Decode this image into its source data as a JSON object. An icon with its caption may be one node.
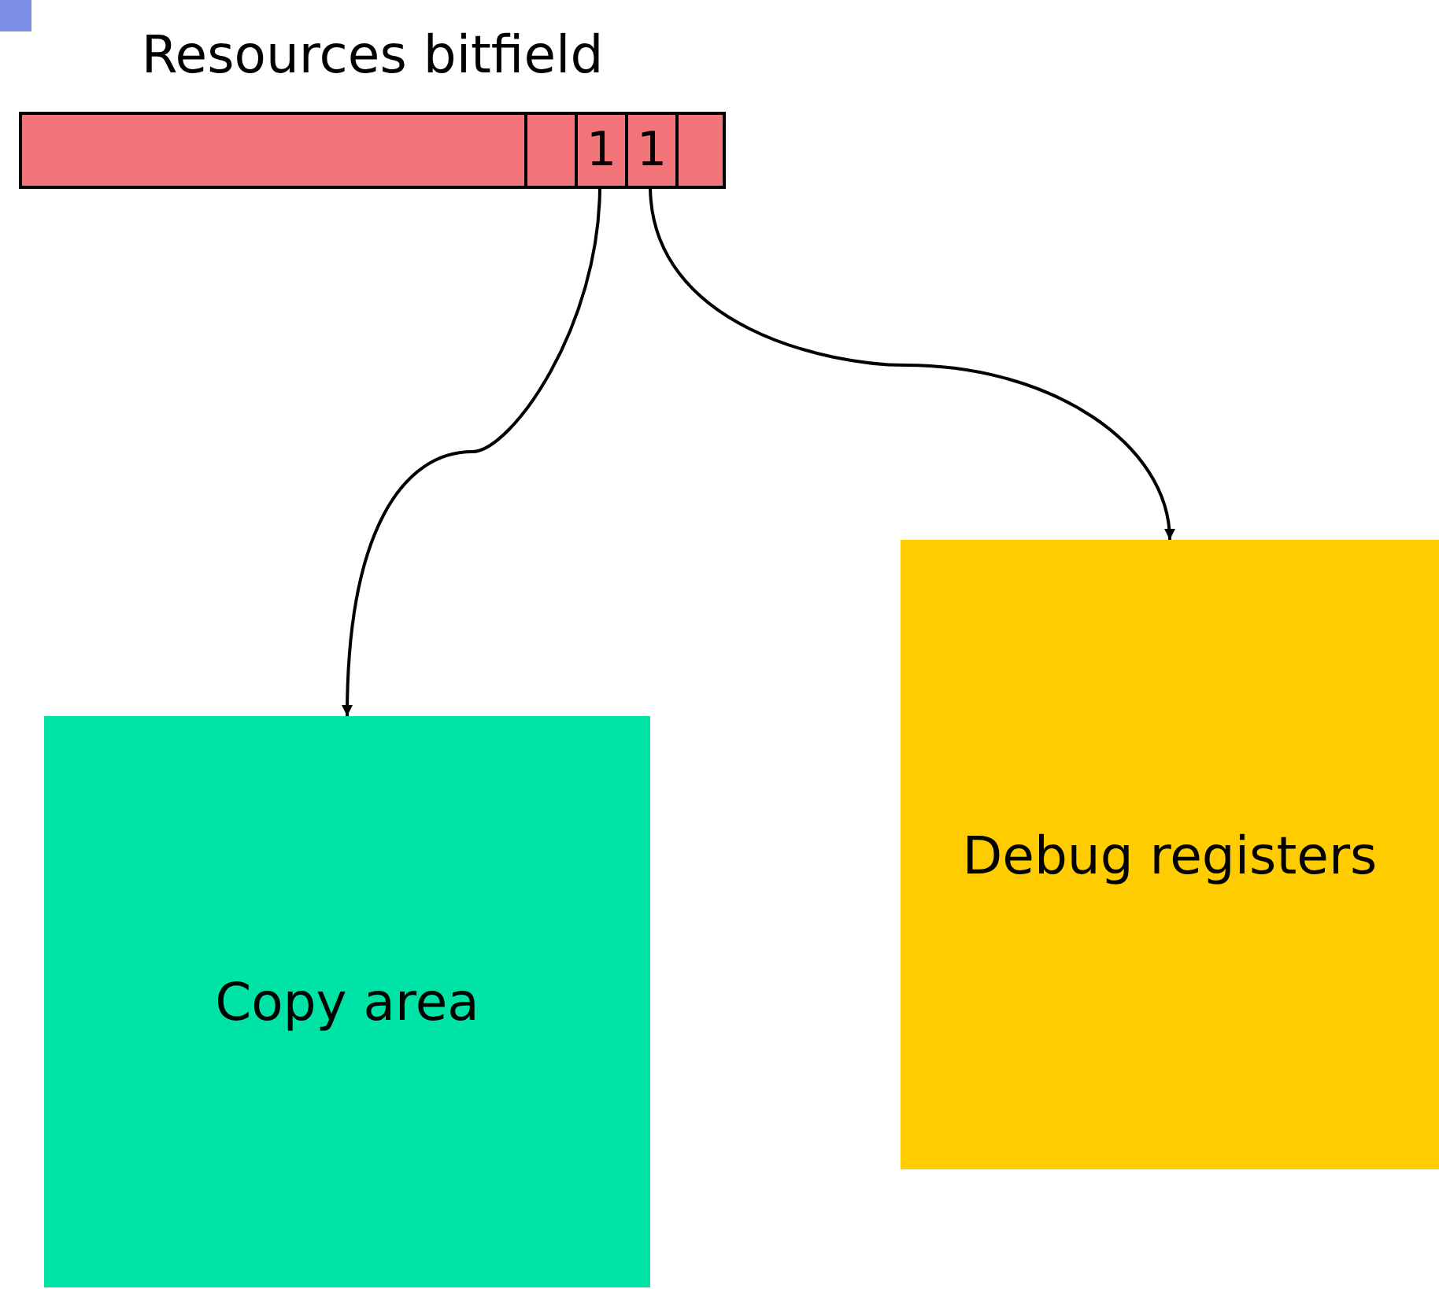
{
  "diagram": {
    "nodes": [
      {
        "text": [
          "Resources bitfield"
        ]
      },
      {
        "text": [],
        "shape": "box",
        "in": 0
      },
      {
        "text": [
          "1"
        ],
        "in": 0
      },
      {
        "text": [
          "1"
        ],
        "in": 0
      },
      {
        "text": [],
        "shape": "box",
        "in": 0
      },
      {
        "text": [
          "Copy area"
        ]
      },
      {
        "text": [
          "Debug registers"
        ]
      }
    ],
    "edges": [
      {
        "from": 2,
        "to": 5,
        "arrow": "to"
      },
      {
        "from": 3,
        "to": 6,
        "arrow": "to"
      }
    ]
  }
}
